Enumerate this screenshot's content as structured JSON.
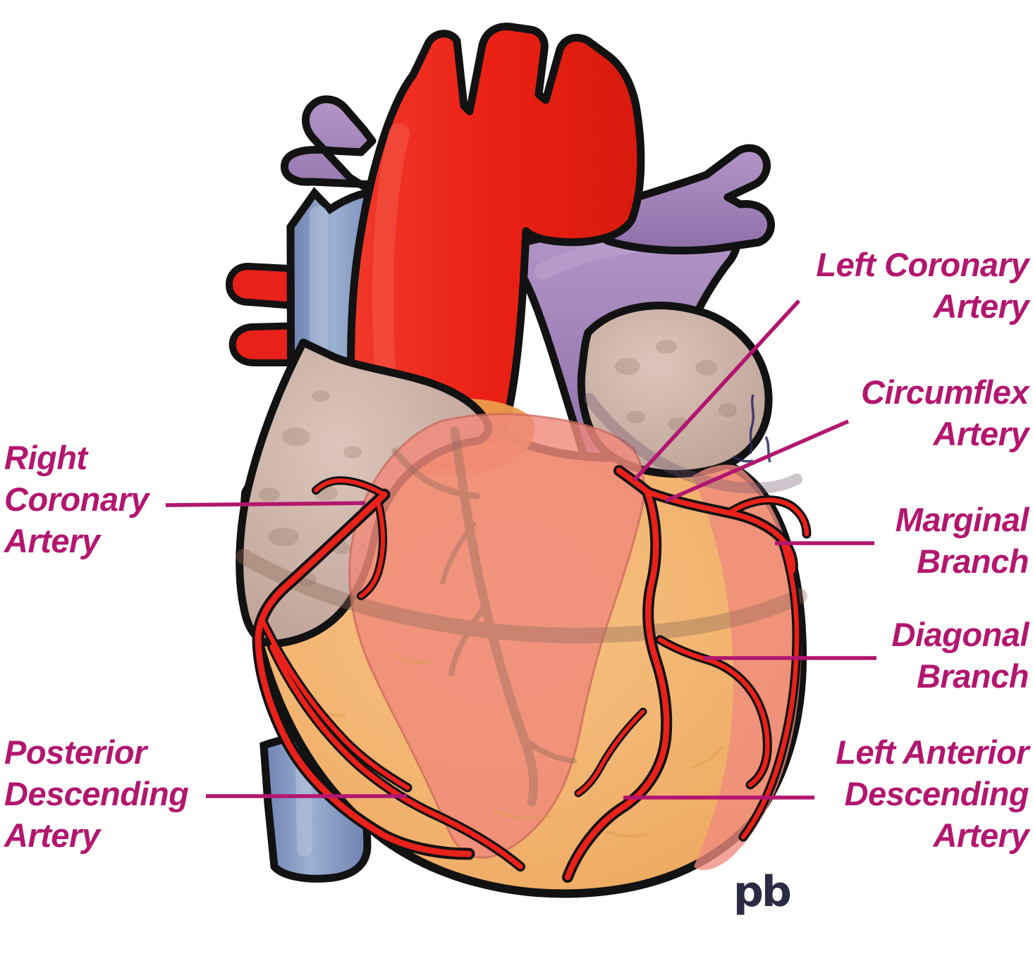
{
  "figure": {
    "type": "anatomical-diagram",
    "subject": "Coronary arteries of the heart (anterior view)",
    "signature": "pb",
    "labels": {
      "left_coronary_artery": {
        "lines": [
          "Left Coronary",
          "Artery"
        ],
        "side": "right"
      },
      "circumflex_artery": {
        "lines": [
          "Circumflex",
          "Artery"
        ],
        "side": "right"
      },
      "marginal_branch": {
        "lines": [
          "Marginal",
          "Branch"
        ],
        "side": "right"
      },
      "diagonal_branch": {
        "lines": [
          "Diagonal",
          "Branch"
        ],
        "side": "right"
      },
      "left_anterior_descending_artery": {
        "lines": [
          "Left Anterior",
          "Descending",
          "Artery"
        ],
        "side": "right"
      },
      "right_coronary_artery": {
        "lines": [
          "Right",
          "Coronary",
          "Artery"
        ],
        "side": "left"
      },
      "posterior_descending_artery": {
        "lines": [
          "Posterior",
          "Descending",
          "Artery"
        ],
        "side": "left"
      }
    },
    "parts_depicted": [
      "aorta",
      "pulmonary-trunk",
      "left-pulmonary-artery",
      "right-pulmonary-artery",
      "superior-vena-cava",
      "inferior-vena-cava",
      "pulmonary-veins",
      "right-atrium",
      "left-atrial-appendage",
      "ventricular-myocardium",
      "coronary-arteries"
    ],
    "colors": {
      "background": "#ffffff",
      "label_magenta": "#b2166f",
      "aorta_red": "#ea2517",
      "artery_red": "#e8211a",
      "pulmonary_purple": "#9b7eb3",
      "vena_cava_blue": "#7488b8",
      "atrium_tan": "#c7aca1",
      "myocardium_orange": "#f1af66",
      "ischemic_pink": "#f18a7c",
      "outline_black": "#121212"
    }
  }
}
